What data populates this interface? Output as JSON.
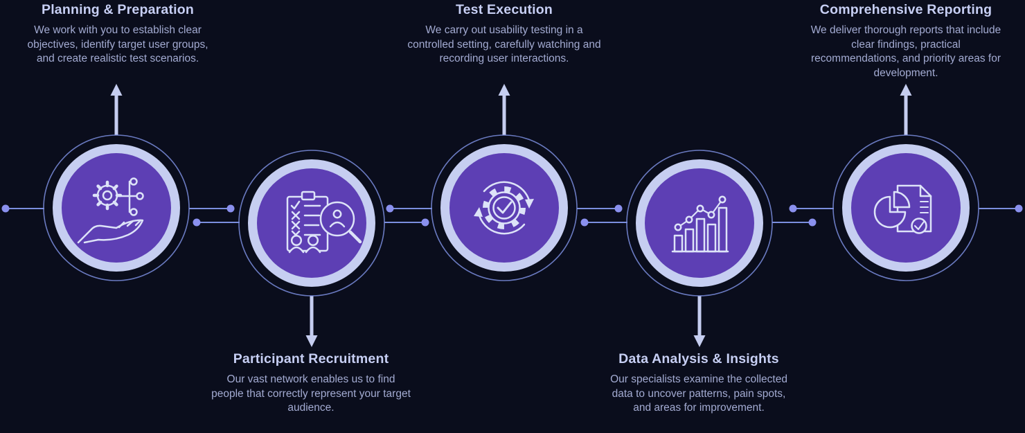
{
  "diagram": {
    "kind": "usability-testing-process-flow",
    "step_count": 5
  },
  "steps": [
    {
      "id": 1,
      "position": "top",
      "title": "Planning & Preparation",
      "description": "We work with you to establish clear objectives, identify target user groups, and create realistic test scenarios.",
      "icon": "hand-holding-gear-icon"
    },
    {
      "id": 2,
      "position": "bottom",
      "title": "Participant Recruitment",
      "description": "Our vast network enables us to find people that correctly represent your target audience.",
      "icon": "clipboard-checklist-search-icon"
    },
    {
      "id": 3,
      "position": "top",
      "title": "Test Execution",
      "description": "We carry out usability testing in a controlled setting, carefully watching and recording user interactions.",
      "icon": "gear-check-cycle-icon"
    },
    {
      "id": 4,
      "position": "bottom",
      "title": "Data Analysis & Insights",
      "description": "Our specialists examine the collected data to uncover patterns, pain spots, and areas for improvement.",
      "icon": "bar-chart-growth-icon"
    },
    {
      "id": 5,
      "position": "top",
      "title": "Comprehensive Reporting",
      "description": "We deliver thorough reports that include clear findings, practical recommendations, and priority areas for development.",
      "icon": "pie-chart-report-icon"
    }
  ],
  "colors": {
    "background": "#0a0d1c",
    "circle_fill": "#5d3fb4",
    "circle_ring": "#c6cef1",
    "connector_line": "#7b8ede",
    "connector_dot": "#8a90ee",
    "arrow": "#c5cdf0",
    "icon_stroke": "#dde3f8",
    "title_text": "#c7cff4",
    "body_text": "#a3abd2"
  }
}
